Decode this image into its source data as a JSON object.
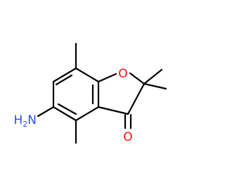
{
  "colors": {
    "bond": "#000000",
    "oxygen": "#ff0d0d",
    "nitrogen": "#3050f8"
  },
  "atoms": {
    "ring_oxygen": "O",
    "carbonyl_oxygen": "O",
    "amine_h": "H",
    "amine_sub": "2",
    "amine_n": "N"
  }
}
